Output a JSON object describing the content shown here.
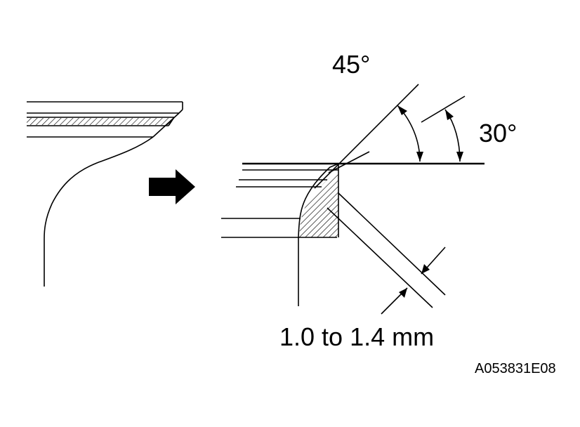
{
  "labels": {
    "angle_45": "45°",
    "angle_30": "30°",
    "width": "1.0 to 1.4 mm",
    "reference_code": "A053831E08"
  },
  "colors": {
    "ink": "#000000",
    "background": "#ffffff"
  },
  "icons": {
    "arrow": "right-arrow-icon"
  }
}
